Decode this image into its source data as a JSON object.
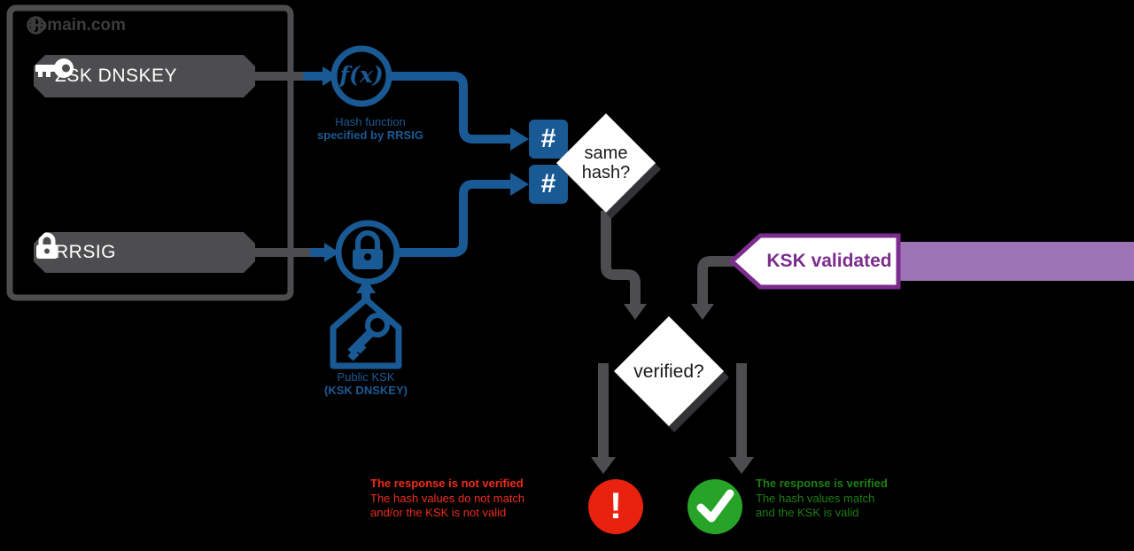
{
  "zone_box": {
    "label": "domain.com",
    "records": [
      {
        "label": "ZSK DNSKEY",
        "icon": "key-icon"
      },
      {
        "label": "RRSIG",
        "icon": "lock-icon"
      }
    ]
  },
  "hash_step": {
    "line1": "Hash function",
    "line2": "specified by RRSIG",
    "fx": "f(x)"
  },
  "hash_outputs": {
    "symbol1": "#",
    "symbol2": "#"
  },
  "decrypt_key": {
    "line1": "Public KSK",
    "line2": "(KSK DNSKEY)"
  },
  "same_hash_diamond": {
    "line1": "same",
    "line2": "hash?"
  },
  "ksk_banner": {
    "label": "KSK validated"
  },
  "verified_diamond": {
    "label": "verified?"
  },
  "failure": {
    "symbol": "!",
    "line1": "The response is not verified",
    "line2": "The hash values do not match",
    "line3": "and/or the KSK is not valid"
  },
  "success": {
    "line1": "The response is verified",
    "line2": "The hash values match",
    "line3": "and the KSK is valid"
  },
  "colors": {
    "blue": "#1a5a94",
    "gray": "#4d4d4f",
    "purple": "#7b2c8d",
    "lavender": "#9c74b4",
    "red": "#e8220e",
    "red-text": "#ee2c1a",
    "green": "#27a427",
    "green-text": "#1e7e14"
  }
}
